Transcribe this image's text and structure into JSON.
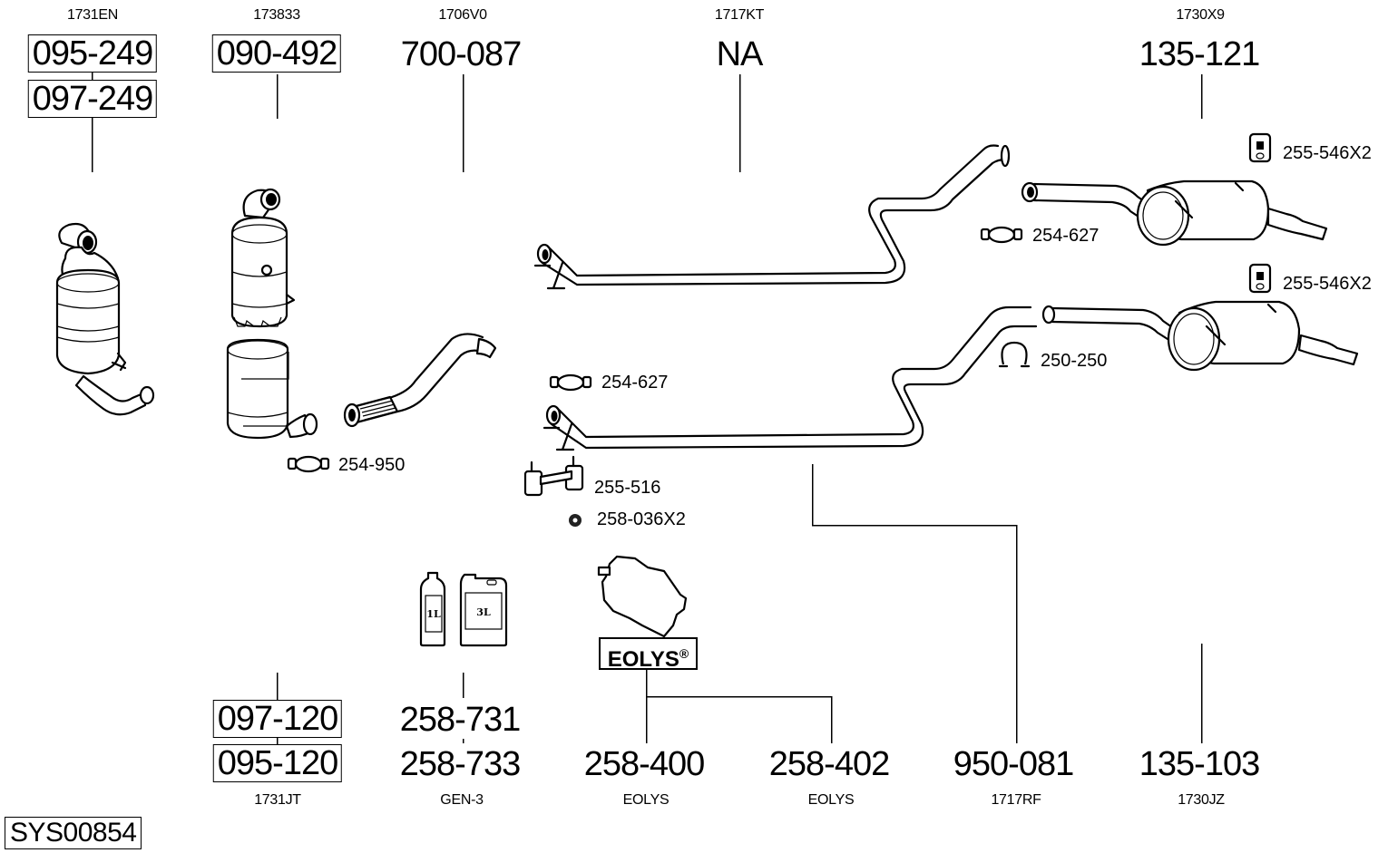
{
  "diagram": {
    "system_id": "SYS00854",
    "top_parts": [
      {
        "ref": "1731EN",
        "part_numbers": [
          "095-249",
          "097-249"
        ],
        "boxed": true,
        "illustration": "catalytic-converter-dpf"
      },
      {
        "ref": "173833",
        "part_numbers": [
          "090-492"
        ],
        "boxed": true,
        "illustration": "diesel-particulate-filter"
      },
      {
        "ref": "1706V0",
        "part_numbers": [
          "700-087"
        ],
        "boxed": false,
        "illustration": "flex-front-pipe"
      },
      {
        "ref": "1717KT",
        "part_numbers": [
          "NA"
        ],
        "boxed": false,
        "illustration": "center-pipe"
      },
      {
        "ref": "1730X9",
        "part_numbers": [
          "135-121"
        ],
        "boxed": false,
        "illustration": "rear-silencer"
      }
    ],
    "bottom_parts": [
      {
        "ref": "1731JT",
        "part_numbers": [
          "097-120",
          "095-120"
        ],
        "boxed": true,
        "illustration": "catalytic-converter-dpf"
      },
      {
        "ref": "GEN-3",
        "part_numbers": [
          "258-731",
          "258-733"
        ],
        "boxed": false,
        "illustration": "additive-bottles"
      },
      {
        "ref": "EOLYS",
        "part_numbers": [
          "258-400"
        ],
        "boxed": false,
        "illustration": "additive-tank"
      },
      {
        "ref": "EOLYS",
        "part_numbers": [
          "258-402"
        ],
        "boxed": false,
        "illustration": "additive-tank"
      },
      {
        "ref": "1717RF",
        "part_numbers": [
          "950-081"
        ],
        "boxed": false,
        "illustration": "center-pipe"
      },
      {
        "ref": "1730JZ",
        "part_numbers": [
          "135-103"
        ],
        "boxed": false,
        "illustration": "rear-silencer"
      }
    ],
    "accessories": [
      {
        "part": "255-546X2",
        "icon": "rubber-mount-icon"
      },
      {
        "part": "254-627",
        "icon": "clamp-icon"
      },
      {
        "part": "255-546X2",
        "icon": "rubber-mount-icon"
      },
      {
        "part": "250-250",
        "icon": "u-clamp-icon"
      },
      {
        "part": "254-627",
        "icon": "clamp-icon"
      },
      {
        "part": "254-950",
        "icon": "clamp-icon"
      },
      {
        "part": "255-516",
        "icon": "bracket-mount-icon"
      },
      {
        "part": "258-036X2",
        "icon": "nut-icon"
      }
    ],
    "bottle_labels": [
      "1L",
      "3L"
    ],
    "eolys_badge": {
      "text": "EOLYS",
      "mark": "®"
    }
  }
}
